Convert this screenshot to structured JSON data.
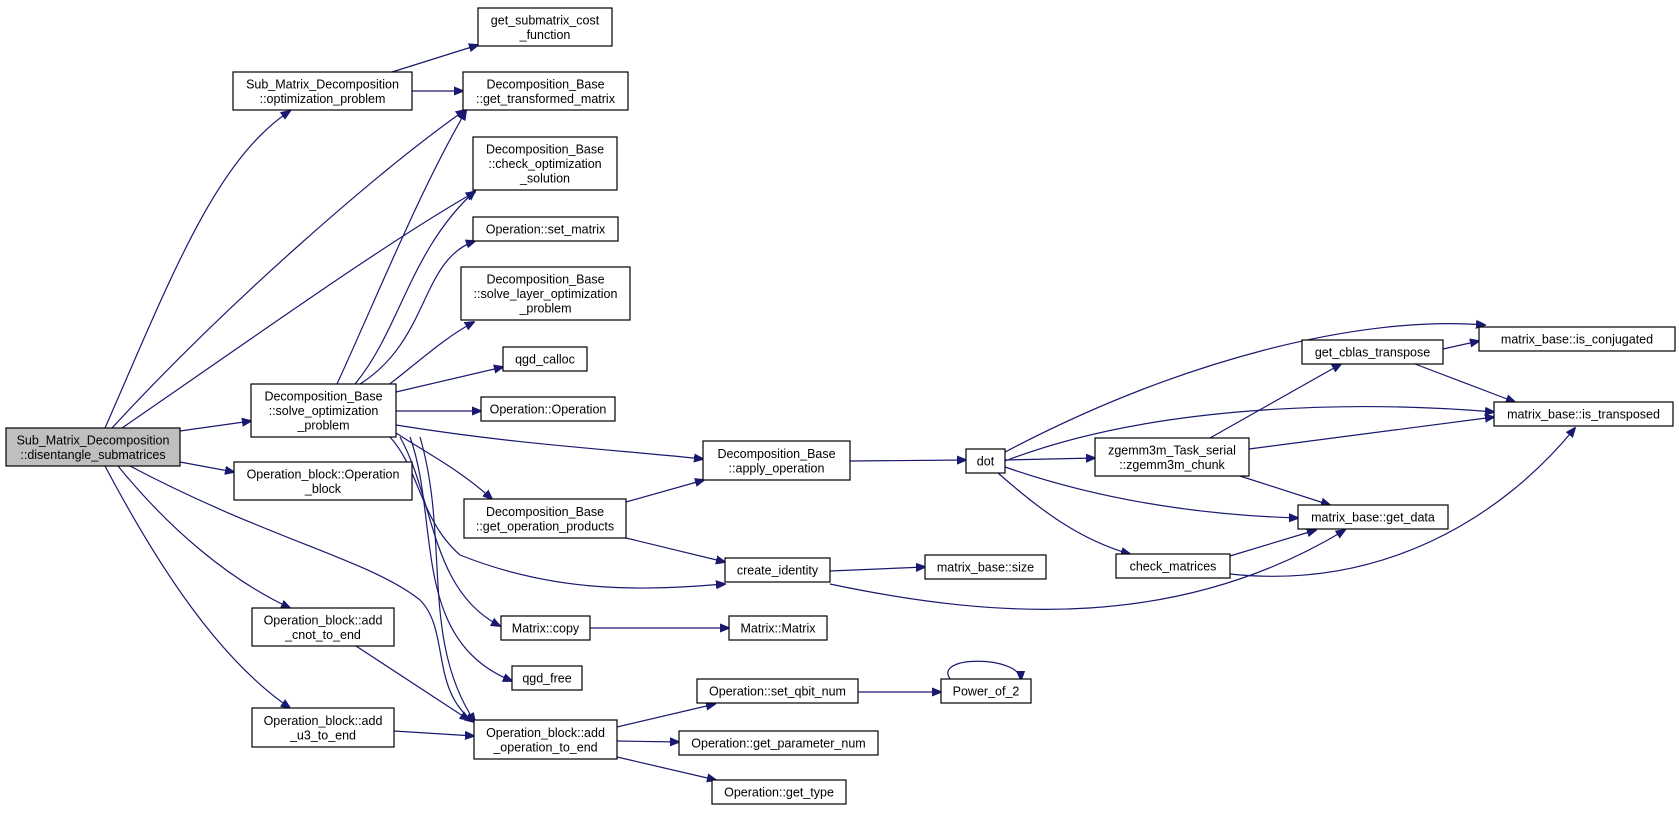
{
  "diagram": {
    "type": "call-graph",
    "edge_color": "#191970",
    "root_fill": "#bfbfbf",
    "nodes": [
      {
        "id": "root",
        "lines": [
          "Sub_Matrix_Decomposition",
          "::disentangle_submatrices"
        ],
        "root": true
      },
      {
        "id": "opt_problem",
        "lines": [
          "Sub_Matrix_Decomposition",
          "::optimization_problem"
        ]
      },
      {
        "id": "cost_fn",
        "lines": [
          "get_submatrix_cost",
          "_function"
        ]
      },
      {
        "id": "transformed",
        "lines": [
          "Decomposition_Base",
          "::get_transformed_matrix"
        ]
      },
      {
        "id": "check_opt",
        "lines": [
          "Decomposition_Base",
          "::check_optimization",
          "_solution"
        ]
      },
      {
        "id": "set_matrix",
        "lines": [
          "Operation::set_matrix"
        ]
      },
      {
        "id": "solve_layer",
        "lines": [
          "Decomposition_Base",
          "::solve_layer_optimization",
          "_problem"
        ]
      },
      {
        "id": "qgd_calloc",
        "lines": [
          "qgd_calloc"
        ]
      },
      {
        "id": "op_ctor",
        "lines": [
          "Operation::Operation"
        ]
      },
      {
        "id": "solve_opt",
        "lines": [
          "Decomposition_Base",
          "::solve_optimization",
          "_problem"
        ]
      },
      {
        "id": "opblock_ctor",
        "lines": [
          "Operation_block::Operation",
          "_block"
        ]
      },
      {
        "id": "apply_op",
        "lines": [
          "Decomposition_Base",
          "::apply_operation"
        ]
      },
      {
        "id": "op_products",
        "lines": [
          "Decomposition_Base",
          "::get_operation_products"
        ]
      },
      {
        "id": "create_identity",
        "lines": [
          "create_identity"
        ]
      },
      {
        "id": "mb_size",
        "lines": [
          "matrix_base::size"
        ]
      },
      {
        "id": "add_cnot",
        "lines": [
          "Operation_block::add",
          "_cnot_to_end"
        ]
      },
      {
        "id": "matrix_copy",
        "lines": [
          "Matrix::copy"
        ]
      },
      {
        "id": "matrix_ctor",
        "lines": [
          "Matrix::Matrix"
        ]
      },
      {
        "id": "qgd_free",
        "lines": [
          "qgd_free"
        ]
      },
      {
        "id": "add_u3",
        "lines": [
          "Operation_block::add",
          "_u3_to_end"
        ]
      },
      {
        "id": "add_op",
        "lines": [
          "Operation_block::add",
          "_operation_to_end"
        ]
      },
      {
        "id": "set_qbit",
        "lines": [
          "Operation::set_qbit_num"
        ]
      },
      {
        "id": "power2",
        "lines": [
          "Power_of_2"
        ]
      },
      {
        "id": "get_param",
        "lines": [
          "Operation::get_parameter_num"
        ]
      },
      {
        "id": "get_type",
        "lines": [
          "Operation::get_type"
        ]
      },
      {
        "id": "dot",
        "lines": [
          "dot"
        ]
      },
      {
        "id": "zgemm",
        "lines": [
          "zgemm3m_Task_serial",
          "::zgemm3m_chunk"
        ]
      },
      {
        "id": "check_matrices",
        "lines": [
          "check_matrices"
        ]
      },
      {
        "id": "cblas",
        "lines": [
          "get_cblas_transpose"
        ]
      },
      {
        "id": "is_conj",
        "lines": [
          "matrix_base::is_conjugated"
        ]
      },
      {
        "id": "is_trans",
        "lines": [
          "matrix_base::is_transposed"
        ]
      },
      {
        "id": "get_data",
        "lines": [
          "matrix_base::get_data"
        ]
      }
    ],
    "edges": [
      [
        "root",
        "opt_problem"
      ],
      [
        "root",
        "transformed"
      ],
      [
        "root",
        "check_opt"
      ],
      [
        "root",
        "solve_opt"
      ],
      [
        "root",
        "opblock_ctor"
      ],
      [
        "root",
        "add_cnot"
      ],
      [
        "root",
        "add_u3"
      ],
      [
        "root",
        "add_op"
      ],
      [
        "opt_problem",
        "cost_fn"
      ],
      [
        "opt_problem",
        "transformed"
      ],
      [
        "solve_opt",
        "transformed"
      ],
      [
        "solve_opt",
        "check_opt"
      ],
      [
        "solve_opt",
        "set_matrix"
      ],
      [
        "solve_opt",
        "solve_layer"
      ],
      [
        "solve_opt",
        "qgd_calloc"
      ],
      [
        "solve_opt",
        "op_ctor"
      ],
      [
        "solve_opt",
        "apply_op"
      ],
      [
        "solve_opt",
        "op_products"
      ],
      [
        "solve_opt",
        "create_identity"
      ],
      [
        "solve_opt",
        "matrix_copy"
      ],
      [
        "solve_opt",
        "qgd_free"
      ],
      [
        "solve_opt",
        "add_op"
      ],
      [
        "op_products",
        "apply_op"
      ],
      [
        "op_products",
        "create_identity"
      ],
      [
        "apply_op",
        "dot"
      ],
      [
        "create_identity",
        "mb_size"
      ],
      [
        "create_identity",
        "get_data"
      ],
      [
        "matrix_copy",
        "matrix_ctor"
      ],
      [
        "add_cnot",
        "add_op"
      ],
      [
        "add_u3",
        "add_op"
      ],
      [
        "add_op",
        "set_qbit"
      ],
      [
        "add_op",
        "get_param"
      ],
      [
        "add_op",
        "get_type"
      ],
      [
        "set_qbit",
        "power2"
      ],
      [
        "power2",
        "power2"
      ],
      [
        "dot",
        "is_conj"
      ],
      [
        "dot",
        "is_trans"
      ],
      [
        "dot",
        "zgemm"
      ],
      [
        "dot",
        "get_data"
      ],
      [
        "dot",
        "check_matrices"
      ],
      [
        "zgemm",
        "cblas"
      ],
      [
        "zgemm",
        "is_trans"
      ],
      [
        "zgemm",
        "get_data"
      ],
      [
        "cblas",
        "is_conj"
      ],
      [
        "cblas",
        "is_trans"
      ],
      [
        "check_matrices",
        "get_data"
      ],
      [
        "check_matrices",
        "is_trans"
      ]
    ]
  }
}
